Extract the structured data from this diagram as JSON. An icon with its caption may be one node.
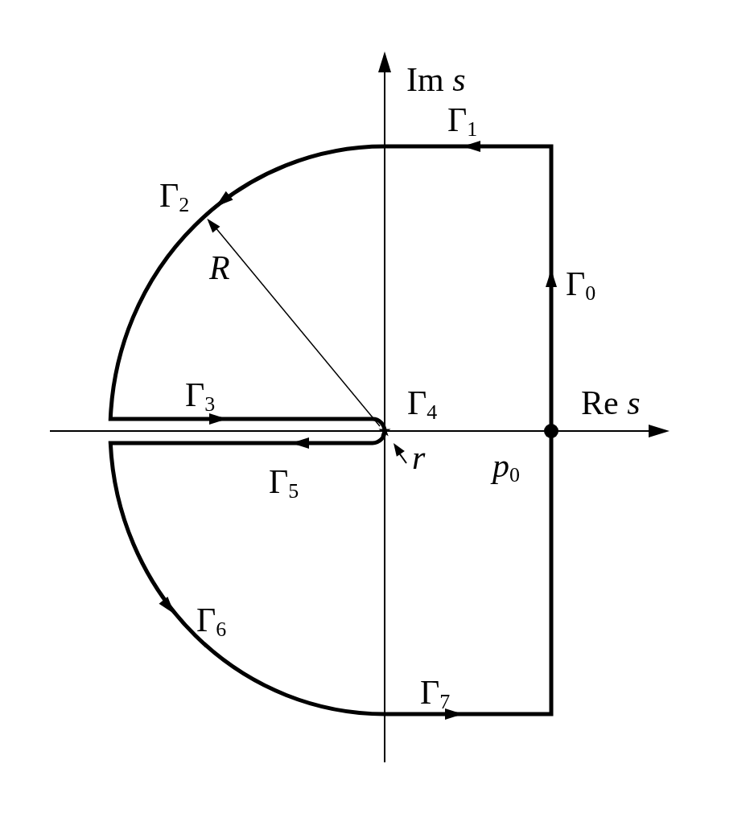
{
  "diagram": {
    "labels": [
      "Im *s*",
      "Γ$_{1}$",
      "Γ$_{2}$",
      "*R*",
      "Γ$_{0}$",
      "Γ$_{3}$",
      "Γ$_{4}$",
      "Re *s*",
      "*r*",
      "Γ$_{5}$",
      "*p*$_{0}$",
      "Γ$_{6}$",
      "Γ$_{7}$"
    ]
  }
}
